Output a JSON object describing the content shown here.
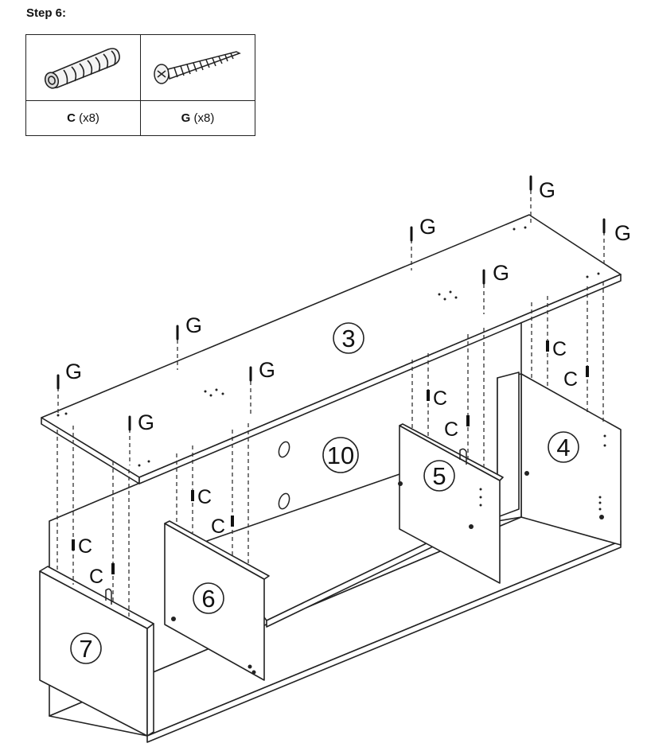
{
  "step": {
    "title": "Step 6:"
  },
  "parts": [
    {
      "letter": "C",
      "qty": "(x8)",
      "icon": "wooden-dowel-icon"
    },
    {
      "letter": "G",
      "qty": "(x8)",
      "icon": "screw-icon"
    }
  ],
  "panels": {
    "top": "3",
    "back": "10",
    "shelf_divider": "5",
    "right_side": "4",
    "left_divider": "6",
    "left_side": "7"
  },
  "callouts": {
    "screw": "G",
    "dowel": "C"
  }
}
